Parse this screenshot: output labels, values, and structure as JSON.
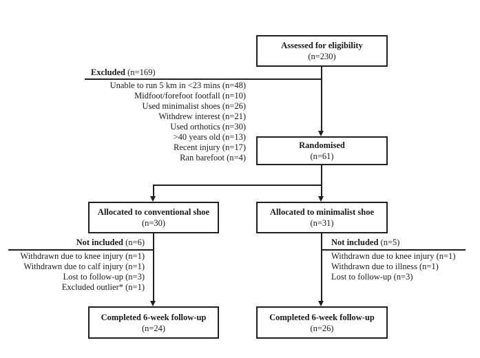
{
  "boxes": {
    "assessed": {
      "title": "Assessed for eligibility",
      "n": "(n=230)"
    },
    "randomised": {
      "title": "Randomised",
      "n": "(n=61)"
    },
    "conventional": {
      "title": "Allocated to conventional shoe",
      "n": "(n=30)"
    },
    "minimalist": {
      "title": "Allocated to minimalist shoe",
      "n": "(n=31)"
    },
    "completed_left": {
      "title": "Completed 6-week follow-up",
      "n": "(n=24)"
    },
    "completed_right": {
      "title": "Completed 6-week follow-up",
      "n": "(n=26)"
    }
  },
  "excluded": {
    "label_bold": "Excluded ",
    "label_n": "(n=169)",
    "items": [
      "Unable to run 5 km in <23 mins (n=48)",
      "Midfoot/forefoot footfall (n=10)",
      "Used minimalist shoes (n=26)",
      "Withdrew interest (n=21)",
      "Used orthotics (n=30)",
      ">40 years old (n=13)",
      "Recent injury (n=17)",
      "Ran barefoot (n=4)"
    ]
  },
  "not_included_left": {
    "label_bold": "Not included ",
    "label_n": "(n=6)",
    "items": [
      "Withdrawn due to knee injury (n=1)",
      "Withdrawn due to calf injury (n=1)",
      "Lost to follow-up (n=3)",
      "Excluded outlier* (n=1)"
    ]
  },
  "not_included_right": {
    "label_bold": "Not included ",
    "label_n": "(n=5)",
    "items": [
      "Withdrawn due to knee injury (n=1)",
      "Withdrawn due to illness (n=1)",
      "Lost to follow-up (n=3)"
    ]
  },
  "colors": {
    "line": "#1f1f1f",
    "box_border": "#1f1f1f",
    "text": "#1a1a1a",
    "background": "#ffffff"
  }
}
